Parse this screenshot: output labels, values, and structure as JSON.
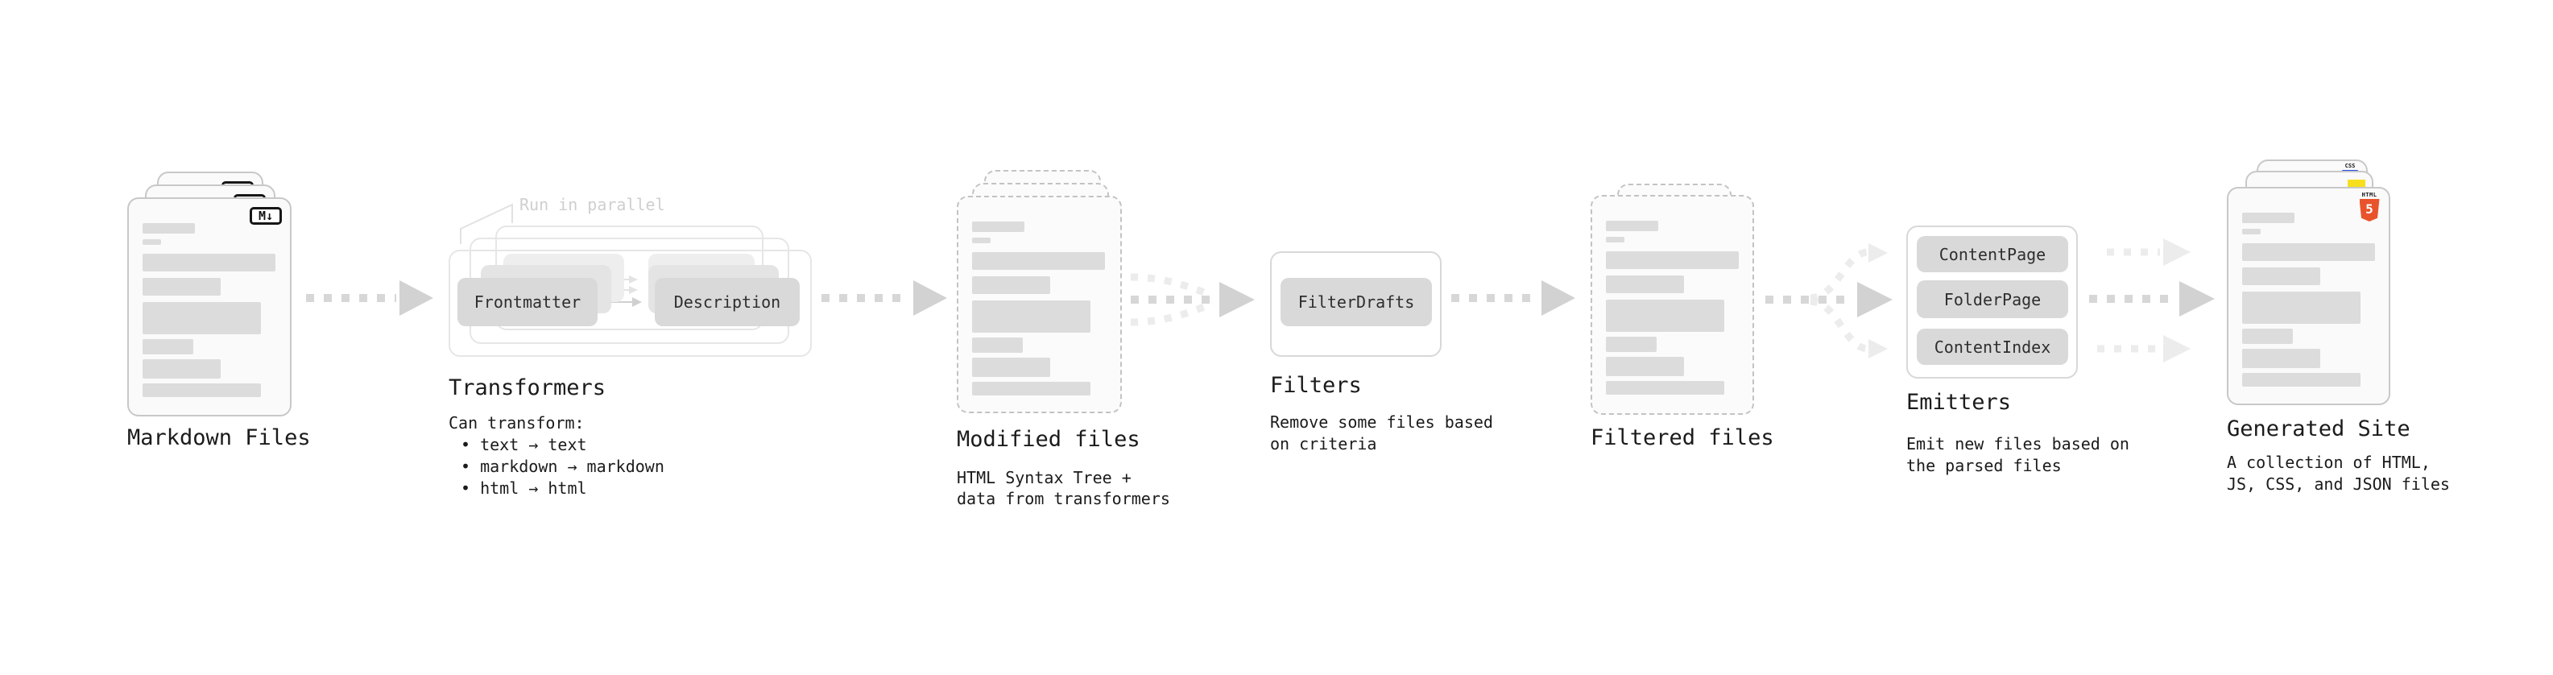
{
  "diagram": {
    "annotation_run_in_parallel": "Run in parallel"
  },
  "stages": {
    "markdown": {
      "label": "Markdown Files"
    },
    "transformers": {
      "label": "Transformers",
      "node_from": "Frontmatter",
      "node_to": "Description",
      "caption_intro": "Can transform:",
      "bullet_1": "• text → text",
      "bullet_2": "• markdown → markdown",
      "bullet_3": "• html → html"
    },
    "modified": {
      "label": "Modified files",
      "caption_1": "HTML Syntax Tree +",
      "caption_2": "data from transformers"
    },
    "filters": {
      "label": "Filters",
      "node": "FilterDrafts",
      "caption_1": "Remove some files based",
      "caption_2": "on criteria"
    },
    "filtered": {
      "label": "Filtered files"
    },
    "emitters": {
      "label": "Emitters",
      "node_1": "ContentPage",
      "node_2": "FolderPage",
      "node_3": "ContentIndex",
      "caption_1": "Emit new files based on",
      "caption_2": "the parsed files"
    },
    "generated": {
      "label": "Generated Site",
      "caption_1": "A collection of HTML,",
      "caption_2": "JS, CSS, and JSON files"
    }
  },
  "badges": {
    "markdown": "M↓",
    "html5_label": "HTML",
    "html5_number": "5",
    "css_label": "CSS"
  },
  "colors": {
    "html5_orange": "#e8532c",
    "js_yellow": "#f7df1e",
    "css_blue": "#264de4",
    "arrow_gray": "#d7d7d7",
    "faint_gray": "#ececec"
  }
}
